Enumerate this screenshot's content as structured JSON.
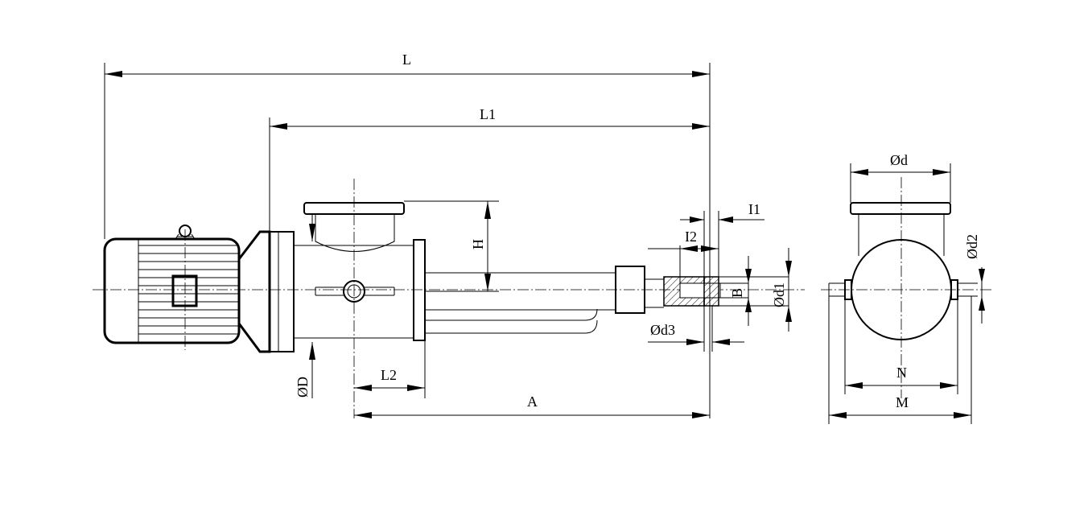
{
  "labels": {
    "L": "L",
    "L1": "L1",
    "L2": "L2",
    "A": "A",
    "H": "H",
    "I1": "I1",
    "I2": "I2",
    "D": "ØD",
    "d1": "Ød1",
    "d3": "Ød3",
    "B": "B",
    "d": "Ød",
    "d2": "Ød2",
    "N": "N",
    "M": "M"
  }
}
